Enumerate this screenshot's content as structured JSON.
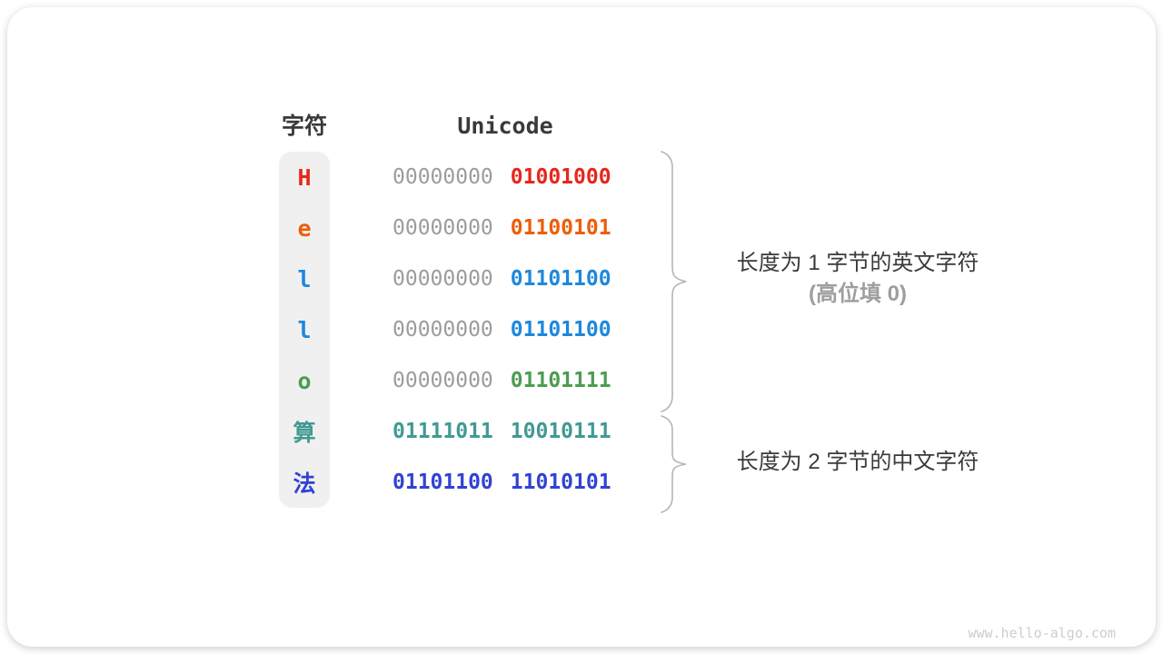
{
  "figure": {
    "watermark": "www.hello-algo.com"
  },
  "colors": {
    "text_dark": "#3a3a3a",
    "text_muted": "#9e9e9e",
    "byte_gray": "#9c9c9c",
    "char_column_bg": "#f0f0f0",
    "brace": "#b5b5b5",
    "watermark": "#cdcdcd",
    "red": "#e6271c",
    "orange": "#ee5d07",
    "blue": "#1d88dd",
    "green": "#4d9c50",
    "teal": "#419a93",
    "indigo": "#3142d3"
  },
  "table": {
    "headers": {
      "char": "字符",
      "unicode": "Unicode"
    },
    "rows": [
      {
        "char": "H",
        "color": "#e6271c",
        "bytes": [
          {
            "text": "00000000",
            "color": "#9c9c9c",
            "bold": false
          },
          {
            "text": "01001000",
            "color": "#e6271c",
            "bold": true
          }
        ]
      },
      {
        "char": "e",
        "color": "#ee5d07",
        "bytes": [
          {
            "text": "00000000",
            "color": "#9c9c9c",
            "bold": false
          },
          {
            "text": "01100101",
            "color": "#ee5d07",
            "bold": true
          }
        ]
      },
      {
        "char": "l",
        "color": "#1d88dd",
        "bytes": [
          {
            "text": "00000000",
            "color": "#9c9c9c",
            "bold": false
          },
          {
            "text": "01101100",
            "color": "#1d88dd",
            "bold": true
          }
        ]
      },
      {
        "char": "l",
        "color": "#1d88dd",
        "bytes": [
          {
            "text": "00000000",
            "color": "#9c9c9c",
            "bold": false
          },
          {
            "text": "01101100",
            "color": "#1d88dd",
            "bold": true
          }
        ]
      },
      {
        "char": "o",
        "color": "#4d9c50",
        "bytes": [
          {
            "text": "00000000",
            "color": "#9c9c9c",
            "bold": false
          },
          {
            "text": "01101111",
            "color": "#4d9c50",
            "bold": true
          }
        ]
      },
      {
        "char": "算",
        "color": "#419a93",
        "bytes": [
          {
            "text": "01111011",
            "color": "#419a93",
            "bold": true
          },
          {
            "text": "10010111",
            "color": "#419a93",
            "bold": true
          }
        ]
      },
      {
        "char": "法",
        "color": "#3142d3",
        "bytes": [
          {
            "text": "01101100",
            "color": "#3142d3",
            "bold": true
          },
          {
            "text": "11010101",
            "color": "#3142d3",
            "bold": true
          }
        ]
      }
    ]
  },
  "annotations": {
    "english": {
      "line1": "长度为 1 字节的英文字符",
      "line2": "(高位填 0)"
    },
    "chinese": {
      "line1": "长度为 2 字节的中文字符"
    }
  }
}
